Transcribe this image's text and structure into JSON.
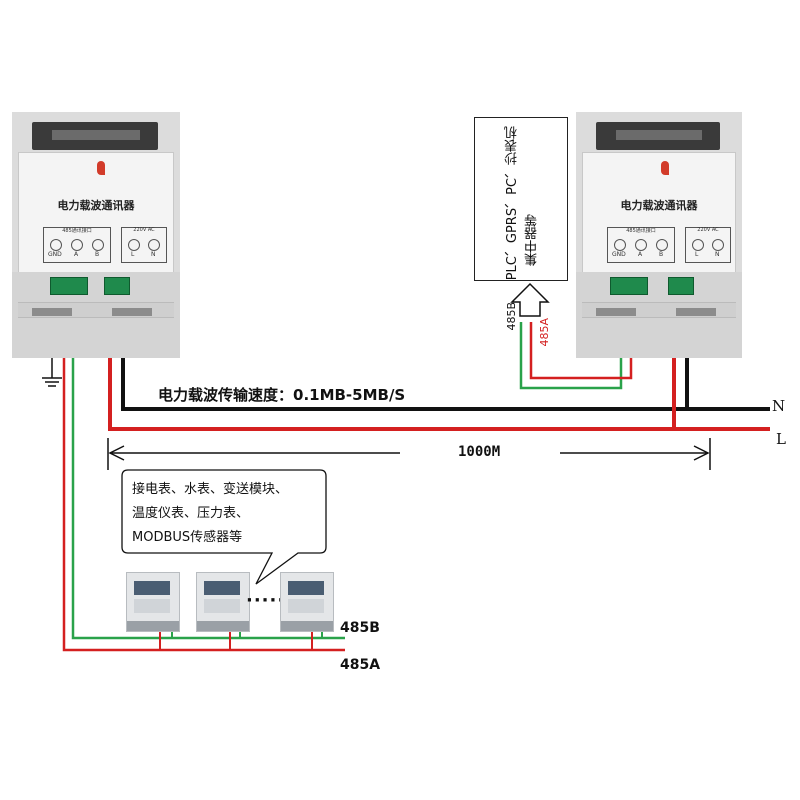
{
  "device": {
    "name": "电力载波通讯器",
    "port485_label": "485通讯接口",
    "port485_pins": [
      "GND",
      "A",
      "B"
    ],
    "power_label": "220V AC",
    "power_pins": [
      "L",
      "N"
    ]
  },
  "top_header": {
    "speed_text": "电力载波传输速度：0.1MB-5MB/S"
  },
  "distance": {
    "label": "1000M"
  },
  "lines": {
    "n_label": "N",
    "l_label": "L"
  },
  "receiver_box": {
    "line1": "PLC、GPRS、PC、抄表机",
    "line2": "集中器等"
  },
  "receiver_wires": {
    "b_label": "485B",
    "a_label": "485A"
  },
  "bubble": {
    "line1": "接电表、水表、变送模块、",
    "line2": "温度仪表、压力表、",
    "line3": "MODBUS传感器等"
  },
  "meters": {
    "dots": "·····"
  },
  "bus": {
    "b_label": "485B",
    "a_label": "485A"
  },
  "colors": {
    "red": "#d42020",
    "green": "#2aa24a",
    "black": "#111111"
  }
}
